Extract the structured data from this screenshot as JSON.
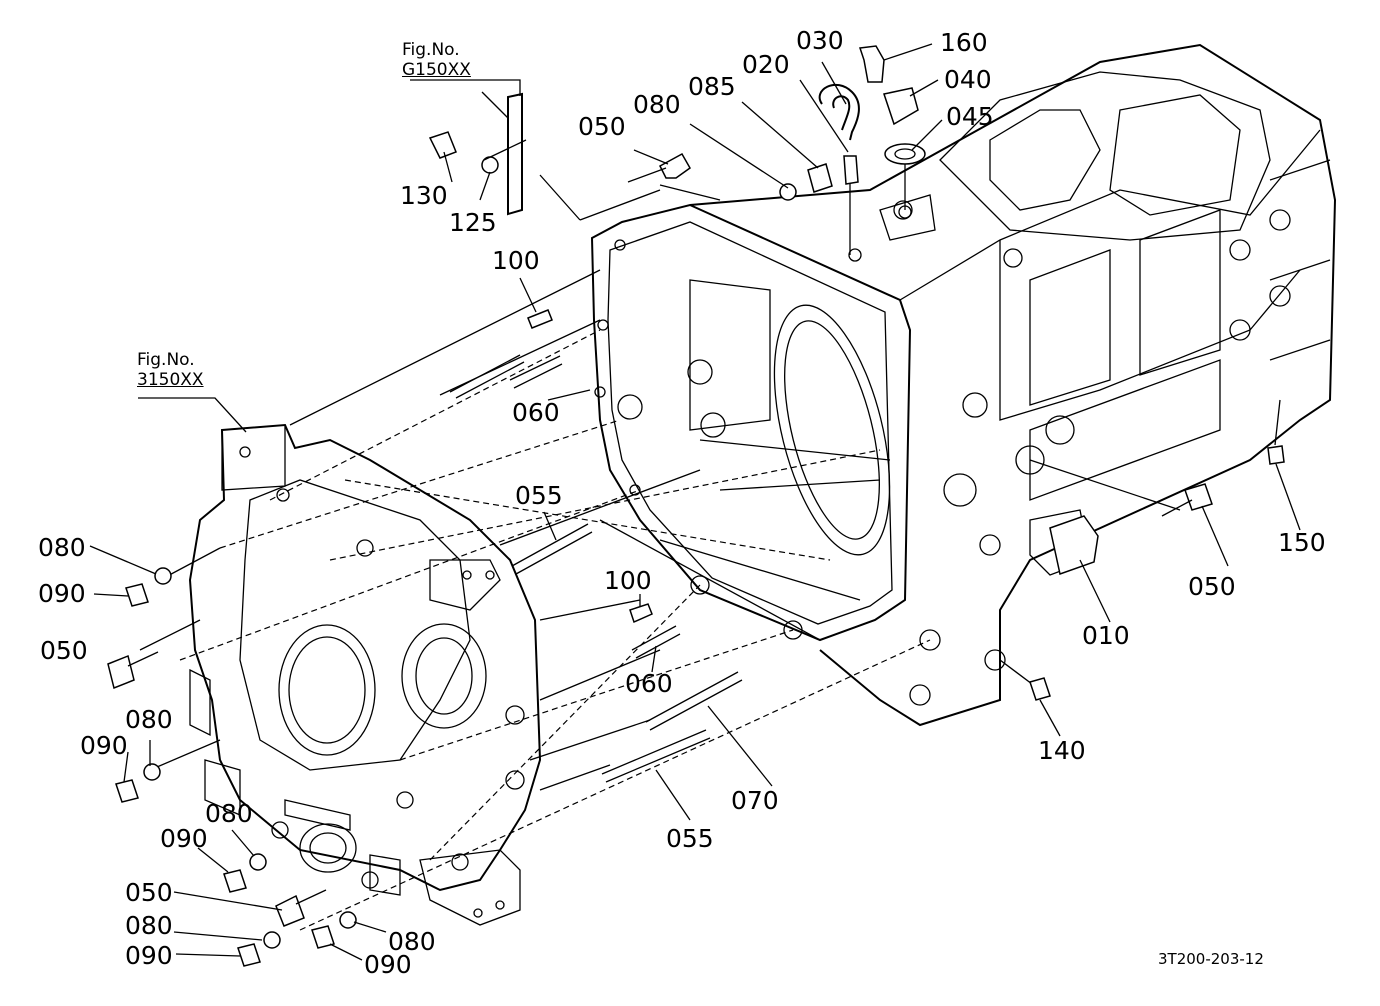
{
  "figure_refs": [
    {
      "id": "g150",
      "line1": "Fig.No.",
      "line2": "G150XX"
    },
    {
      "id": "3150",
      "line1": "Fig.No.",
      "line2": "3150XX"
    }
  ],
  "part_labels": {
    "p030": "030",
    "p160": "160",
    "p020": "020",
    "p040": "040",
    "p085": "085",
    "p045": "045",
    "p080a": "080",
    "p050a": "050",
    "p130": "130",
    "p125": "125",
    "p100a": "100",
    "p060a": "060",
    "p055a": "055",
    "p080b": "080",
    "p090a": "090",
    "p050b": "050",
    "p080c": "080",
    "p090b": "090",
    "p100b": "100",
    "p060b": "060",
    "p050c": "050",
    "p150": "150",
    "p010": "010",
    "p140": "140",
    "p070": "070",
    "p055b": "055",
    "p080d": "080",
    "p090c": "090",
    "p050d": "050",
    "p080e": "080",
    "p090d": "090",
    "p080f": "080",
    "p090e": "090"
  },
  "drawing_code": "3T200-203-12"
}
